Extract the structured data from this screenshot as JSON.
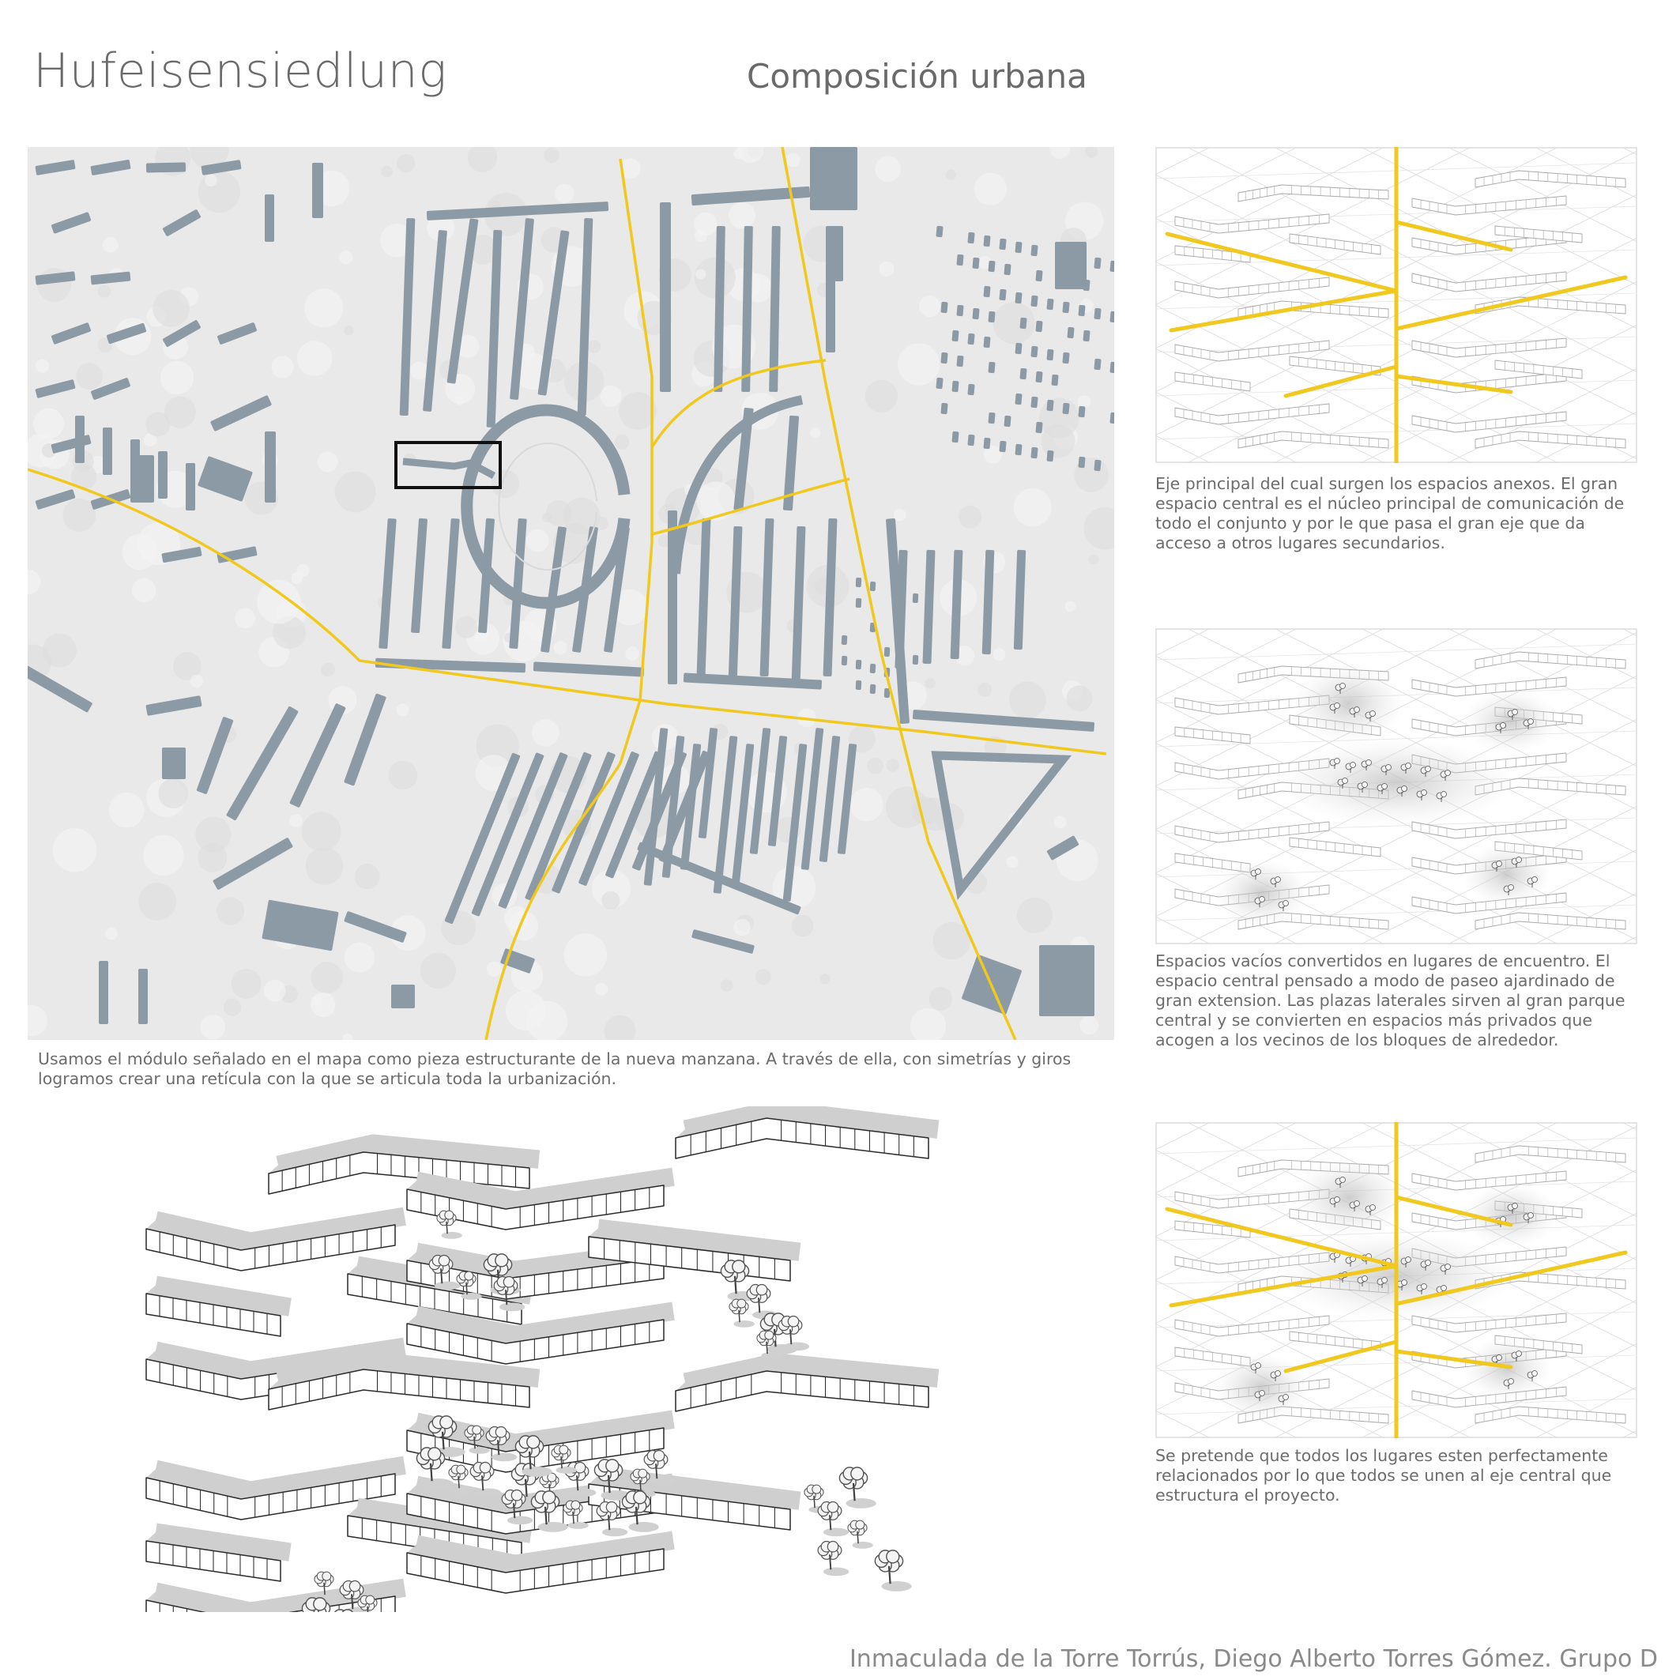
{
  "header": {
    "title": "Hufeisensiedlung",
    "subtitle": "Composición urbana"
  },
  "map": {
    "caption": "Usamos el módulo señalado en el mapa como pieza estructurante de la nueva manzana. A través de ella, con simetrías y giros logramos crear una retícula con la que se articula toda la urbanización."
  },
  "diagrams": [
    {
      "caption": "Eje principal del cual surgen los espacios anexos. El gran espacio central es el núcleo principal de comunicación de todo el conjunto y por le que pasa el gran eje que da acceso a otros lugares secundarios."
    },
    {
      "caption": "Espacios vacíos convertidos en lugares de encuentro. El espacio central pensado a modo de paseo ajardinado de gran extension. Las plazas laterales sirven al gran parque central y se convierten en espacios más privados que acogen a los vecinos de los bloques de alrededor."
    },
    {
      "caption": "Se pretende que todos los lugares esten perfectamente relacionados por lo que todos se unen al eje central que estructura el proyecto."
    }
  ],
  "footer": {
    "authors": "Inmaculada de la Torre Torrús, Diego Alberto Torres Gómez. Grupo D"
  },
  "colors": {
    "building": "#8c9aa6",
    "road": "#f0c81e",
    "map_background": "#e9e9e9",
    "grid_line": "#c8c8c8"
  }
}
